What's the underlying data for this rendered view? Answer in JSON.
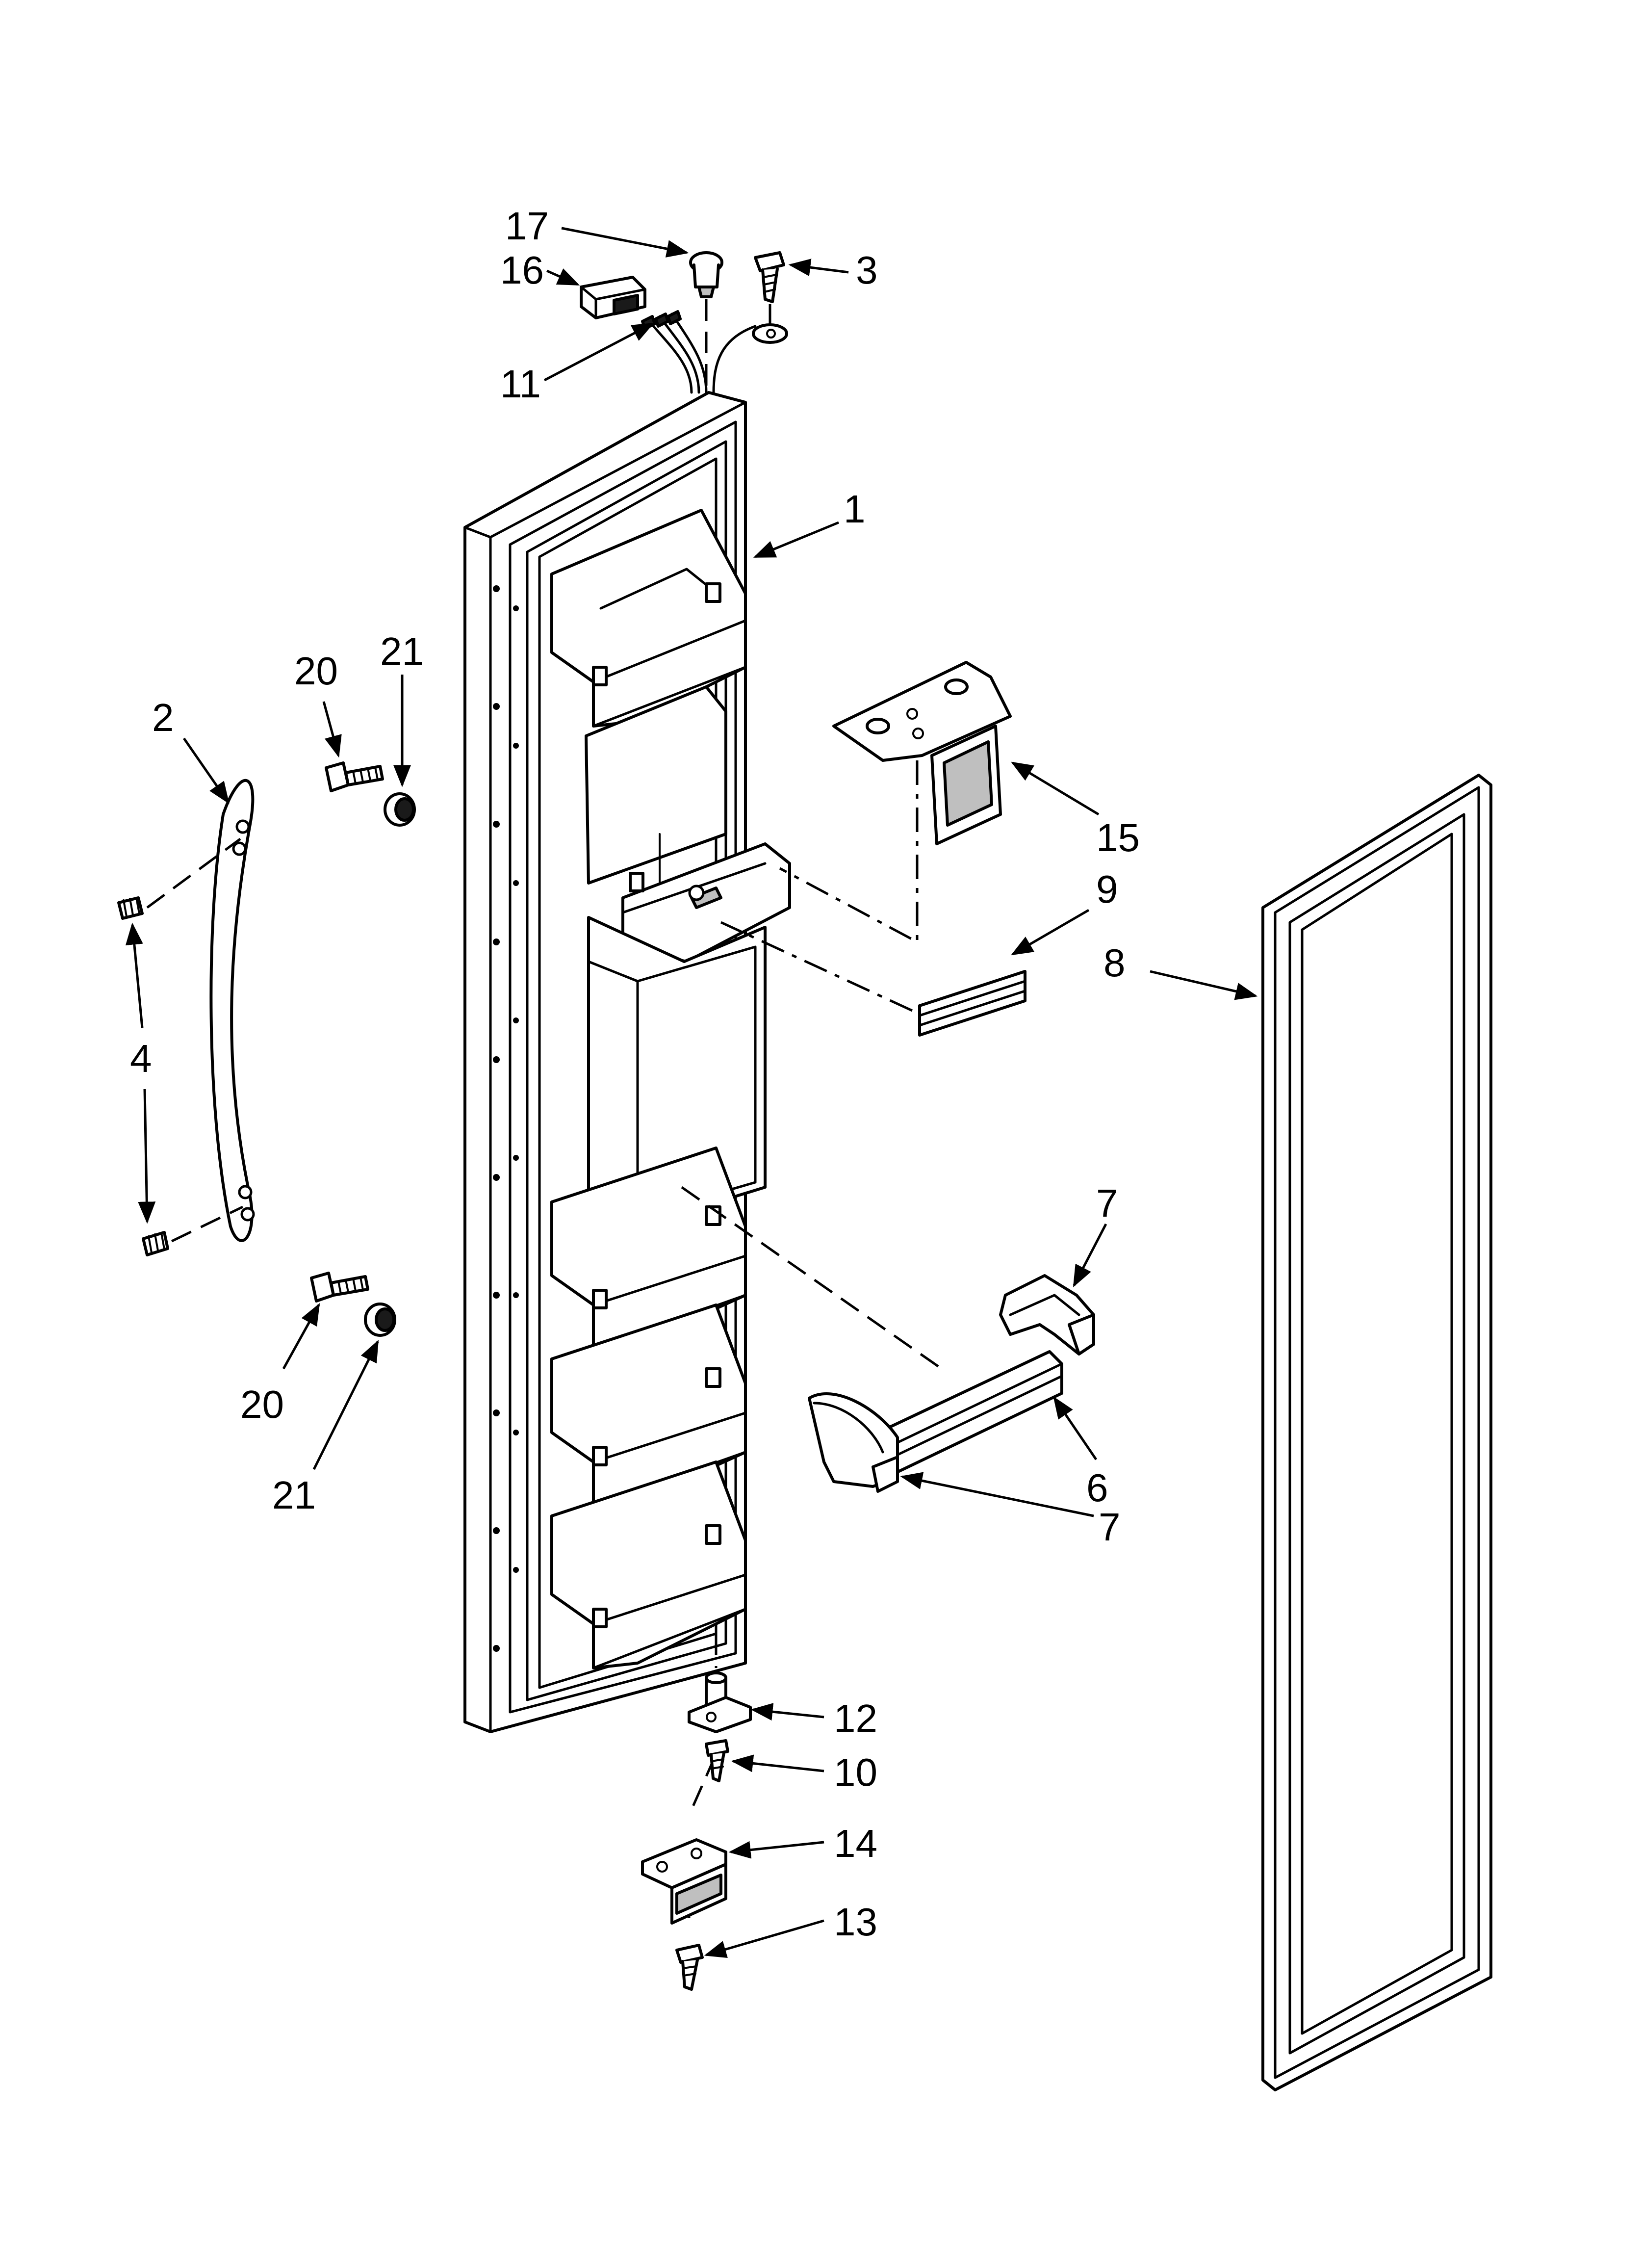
{
  "diagram": {
    "callouts": [
      {
        "id": "c17",
        "label": "17"
      },
      {
        "id": "c16",
        "label": "16"
      },
      {
        "id": "c3",
        "label": "3"
      },
      {
        "id": "c11",
        "label": "11"
      },
      {
        "id": "c1",
        "label": "1"
      },
      {
        "id": "c20a",
        "label": "20"
      },
      {
        "id": "c21a",
        "label": "21"
      },
      {
        "id": "c2",
        "label": "2"
      },
      {
        "id": "c15",
        "label": "15"
      },
      {
        "id": "c9",
        "label": "9"
      },
      {
        "id": "c8",
        "label": "8"
      },
      {
        "id": "c4",
        "label": "4"
      },
      {
        "id": "c7a",
        "label": "7"
      },
      {
        "id": "c20b",
        "label": "20"
      },
      {
        "id": "c6",
        "label": "6"
      },
      {
        "id": "c7b",
        "label": "7"
      },
      {
        "id": "c21b",
        "label": "21"
      },
      {
        "id": "c12",
        "label": "12"
      },
      {
        "id": "c10",
        "label": "10"
      },
      {
        "id": "c14",
        "label": "14"
      },
      {
        "id": "c13",
        "label": "13"
      }
    ]
  }
}
